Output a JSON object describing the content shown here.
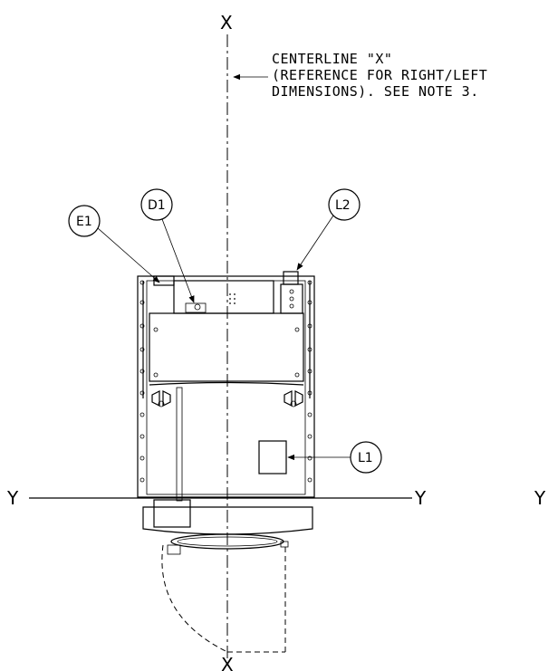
{
  "axes": {
    "x_top": "X",
    "x_bottom": "X",
    "y_left": "Y",
    "y_right": "Y",
    "y_far_right": "Y"
  },
  "note": {
    "line1": "CENTERLINE \"X\"",
    "line2": "(REFERENCE FOR RIGHT/LEFT",
    "line3": "DIMENSIONS). SEE NOTE 3."
  },
  "balloons": {
    "e1": "E1",
    "d1": "D1",
    "l2": "L2",
    "l1": "L1"
  }
}
